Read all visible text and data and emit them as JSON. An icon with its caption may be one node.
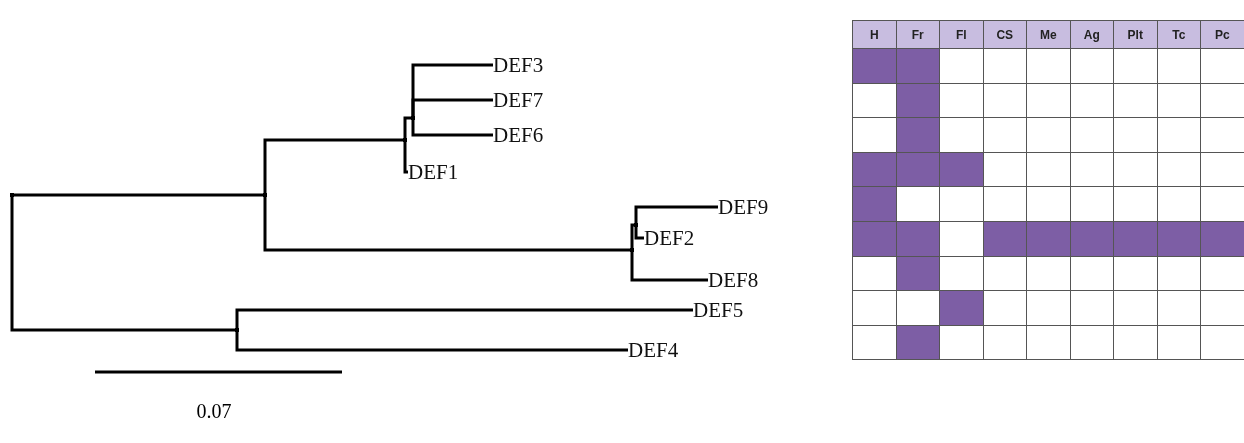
{
  "diagram": {
    "nodes": [
      {
        "text": [],
        "shape": "point"
      },
      {
        "text": [],
        "shape": "point"
      },
      {
        "text": [],
        "shape": "point"
      },
      {
        "text": [],
        "shape": "point"
      },
      {
        "text": [
          "DEF3"
        ]
      },
      {
        "text": [
          "DEF7"
        ]
      },
      {
        "text": [
          "DEF6"
        ]
      },
      {
        "text": [
          "DEF1"
        ]
      },
      {
        "text": [],
        "shape": "point"
      },
      {
        "text": [],
        "shape": "point"
      },
      {
        "text": [
          "DEF9"
        ]
      },
      {
        "text": [
          "DEF2"
        ]
      },
      {
        "text": [
          "DEF8"
        ]
      },
      {
        "text": [],
        "shape": "point"
      },
      {
        "text": [
          "DEF5"
        ]
      },
      {
        "text": [
          "DEF4"
        ]
      }
    ],
    "edges": [
      {
        "from": 0,
        "to": 1,
        "arrow": "none"
      },
      {
        "from": 0,
        "to": 13,
        "arrow": "none"
      },
      {
        "from": 1,
        "to": 2,
        "arrow": "none"
      },
      {
        "from": 1,
        "to": 8,
        "arrow": "none"
      },
      {
        "from": 2,
        "to": 3,
        "arrow": "none"
      },
      {
        "from": 2,
        "to": 7,
        "arrow": "none"
      },
      {
        "from": 3,
        "to": 4,
        "arrow": "none"
      },
      {
        "from": 3,
        "to": 5,
        "arrow": "none"
      },
      {
        "from": 3,
        "to": 6,
        "arrow": "none"
      },
      {
        "from": 8,
        "to": 9,
        "arrow": "none"
      },
      {
        "from": 8,
        "to": 12,
        "arrow": "none"
      },
      {
        "from": 9,
        "to": 10,
        "arrow": "none"
      },
      {
        "from": 9,
        "to": 11,
        "arrow": "none"
      },
      {
        "from": 13,
        "to": 14,
        "arrow": "none"
      },
      {
        "from": 13,
        "to": 15,
        "arrow": "none"
      }
    ],
    "labels": [
      "H",
      "Fr",
      "Fl",
      "CS",
      "Me",
      "Ag",
      "Plt",
      "Tc",
      "Pc",
      "0.07"
    ]
  }
}
